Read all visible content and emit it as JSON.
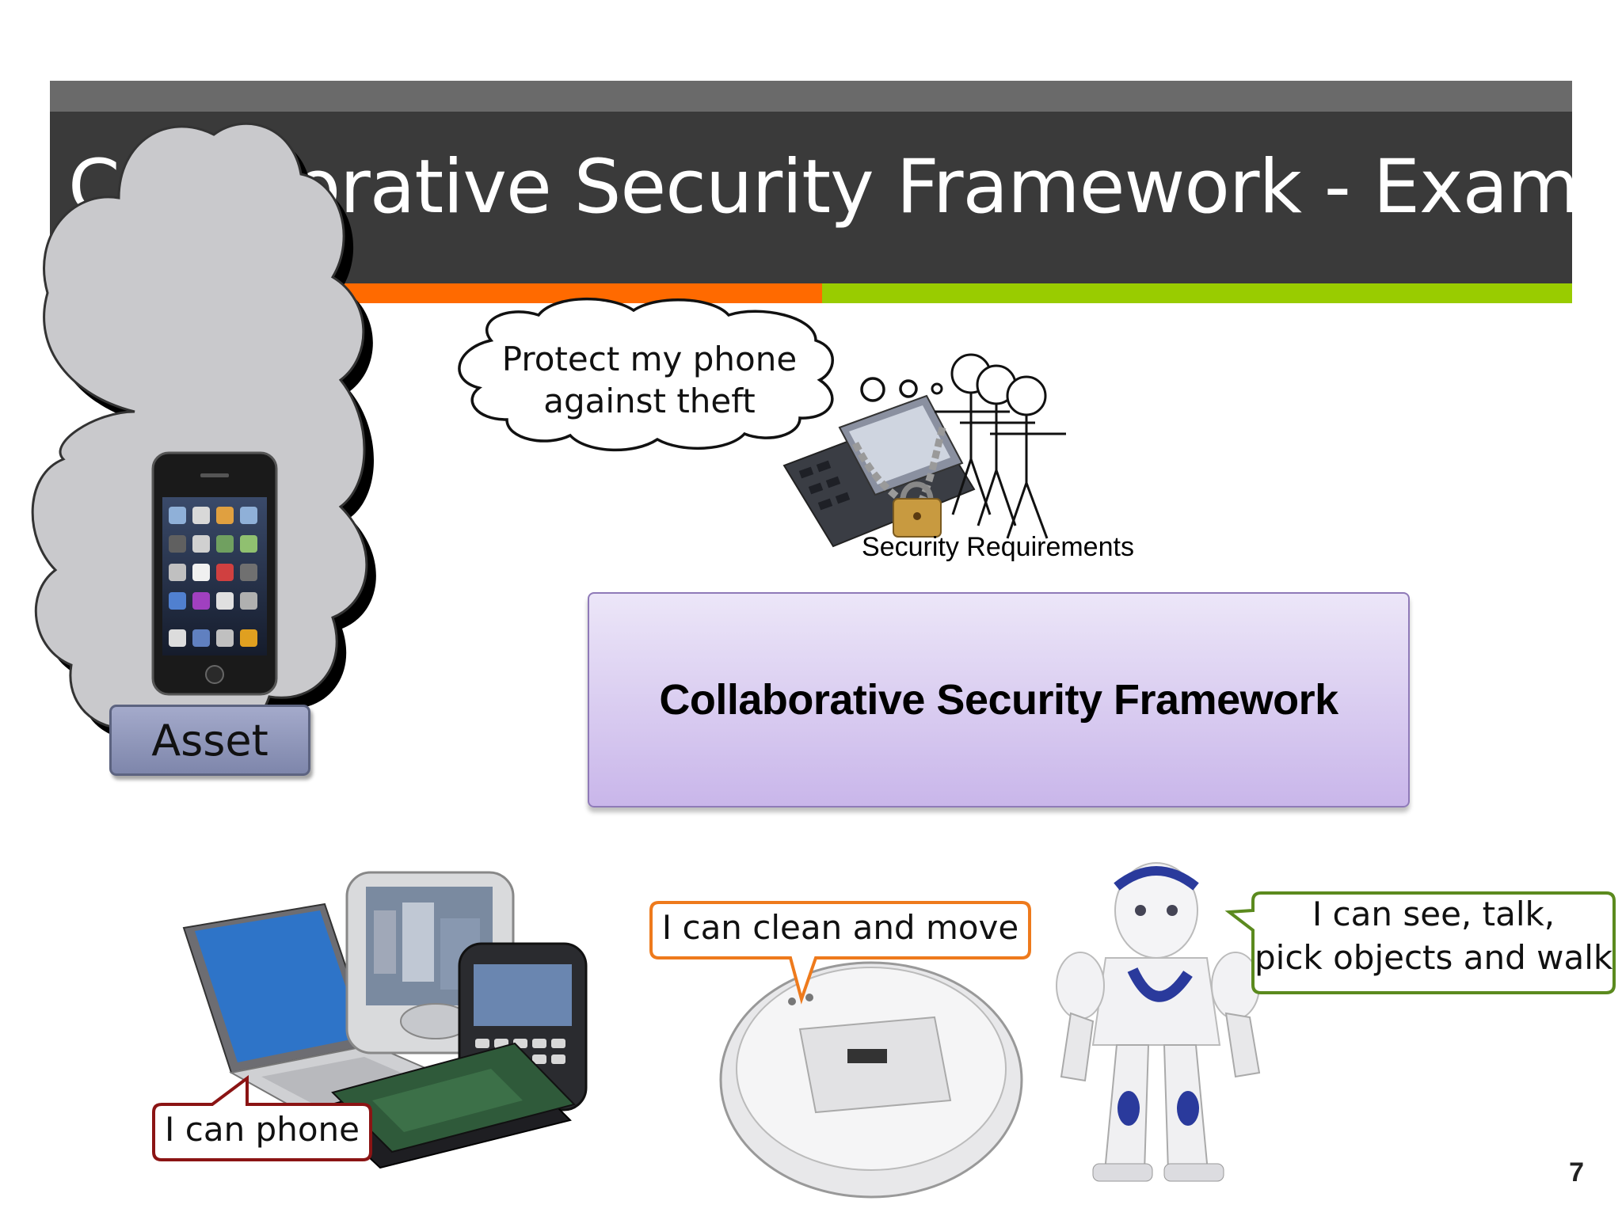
{
  "slide": {
    "title": "Collaborative Security Framework - Example",
    "page_number": "7"
  },
  "thought": {
    "text_line1": "Protect my phone",
    "text_line2": "against theft"
  },
  "security": {
    "label": "Security Requirements"
  },
  "framework": {
    "label": "Collaborative Security Framework"
  },
  "asset": {
    "label": "Asset"
  },
  "callouts": {
    "phone": "I can phone",
    "clean": "I can clean and move",
    "robot_line1": "I can see, talk,",
    "robot_line2": "pick objects and walk"
  },
  "colors": {
    "accent_red": "#a00d0d",
    "accent_orange": "#ff6a00",
    "accent_green": "#99cc00",
    "title_band": "#3a3a3a",
    "framework_fill": "#c9b6ea"
  }
}
